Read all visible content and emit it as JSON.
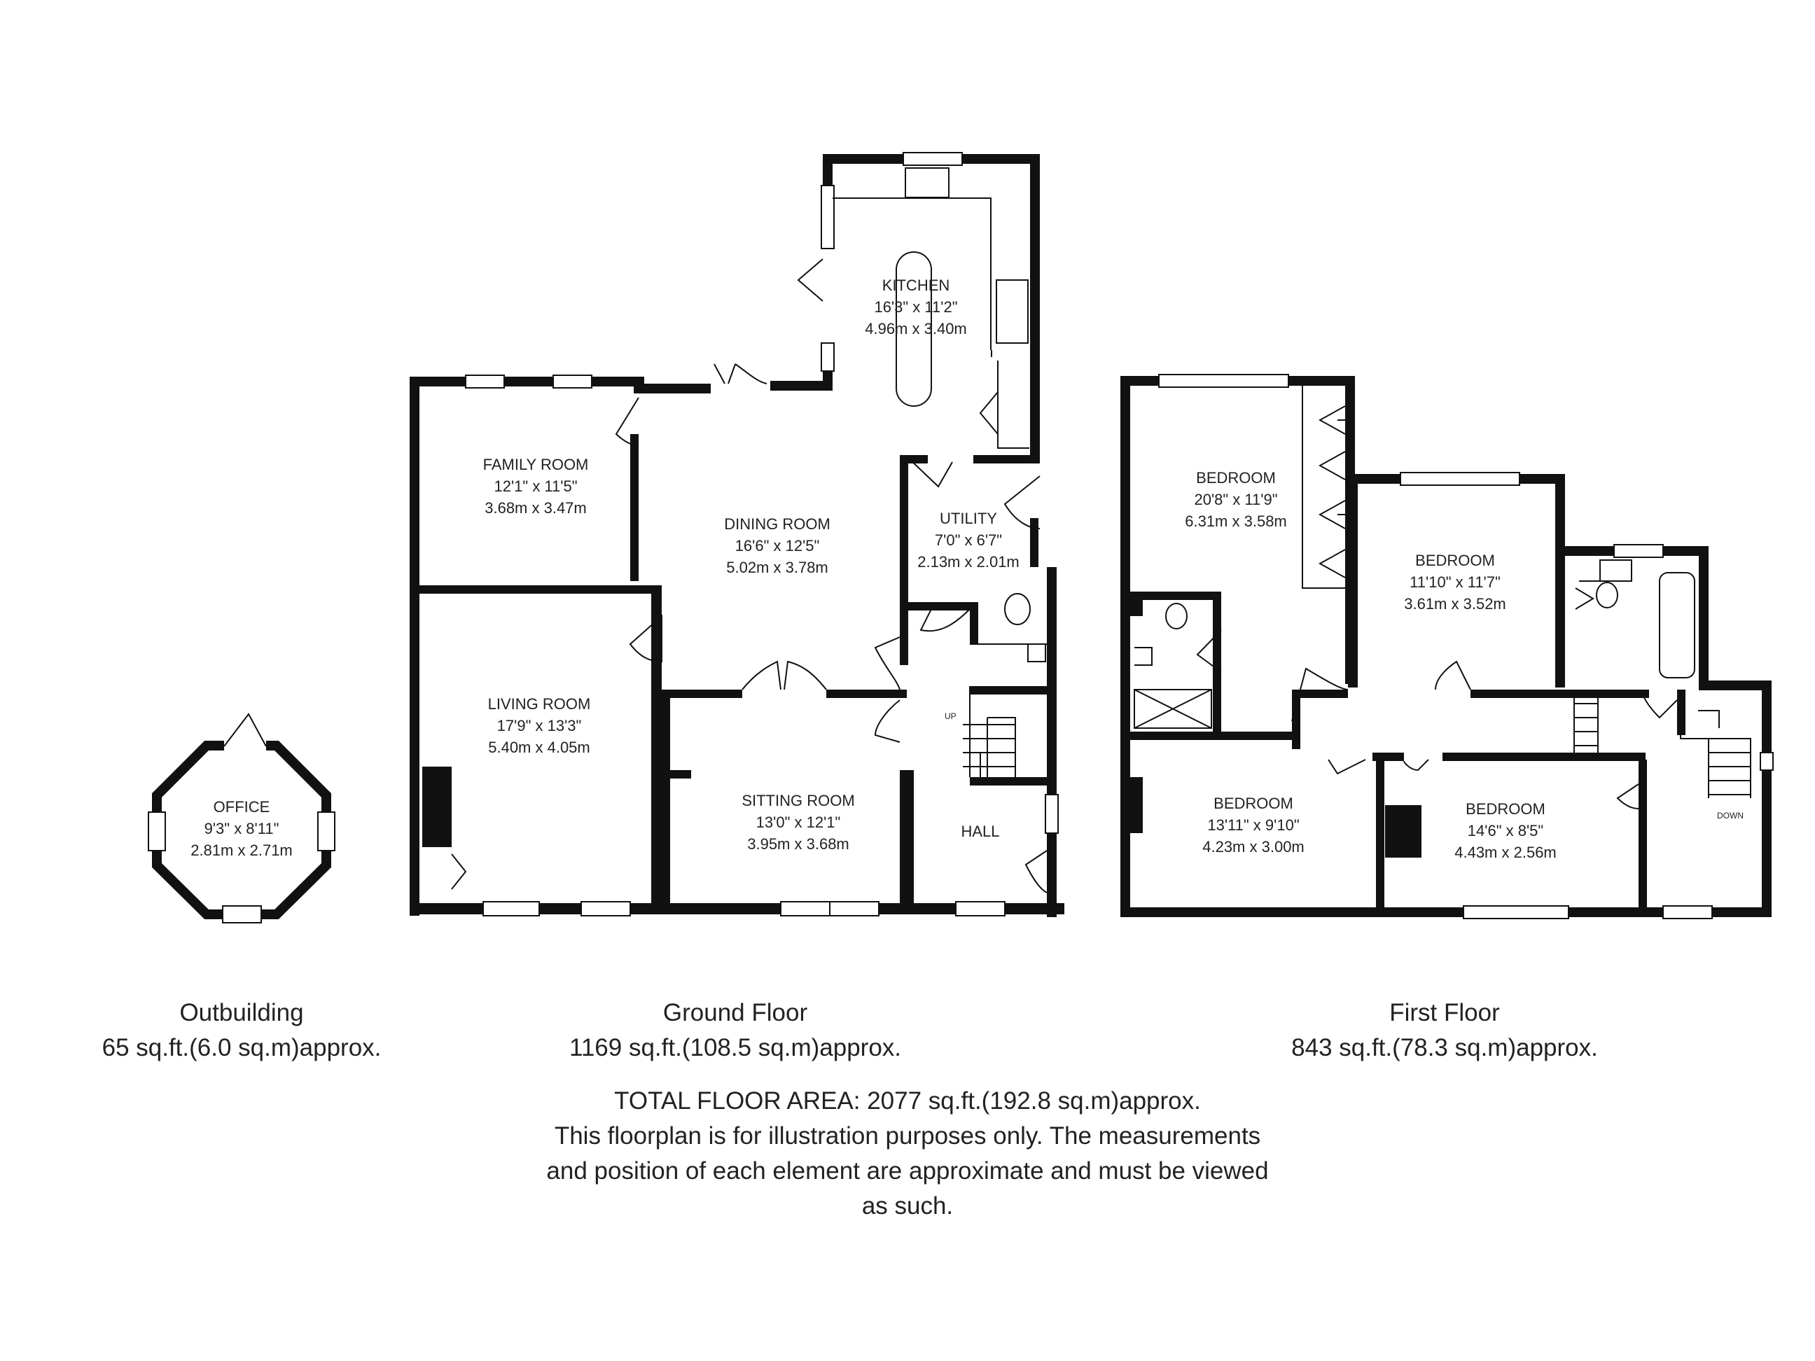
{
  "rooms": {
    "kitchen": {
      "name": "KITCHEN",
      "imperial": "16'3\" x 11'2\"",
      "metric": "4.96m x 3.40m"
    },
    "family_room": {
      "name": "FAMILY ROOM",
      "imperial": "12'1\" x 11'5\"",
      "metric": "3.68m x 3.47m"
    },
    "dining_room": {
      "name": "DINING ROOM",
      "imperial": "16'6\" x 12'5\"",
      "metric": "5.02m x 3.78m"
    },
    "utility": {
      "name": "UTILITY",
      "imperial": "7'0\" x 6'7\"",
      "metric": "2.13m x 2.01m"
    },
    "living_room": {
      "name": "LIVING ROOM",
      "imperial": "17'9\" x 13'3\"",
      "metric": "5.40m x 4.05m"
    },
    "sitting_room": {
      "name": "SITTING ROOM",
      "imperial": "13'0\" x 12'1\"",
      "metric": "3.95m x 3.68m"
    },
    "hall": {
      "name": "HALL"
    },
    "office": {
      "name": "OFFICE",
      "imperial": "9'3\" x 8'11\"",
      "metric": "2.81m x 2.71m"
    },
    "bedroom_1": {
      "name": "BEDROOM",
      "imperial": "20'8\" x 11'9\"",
      "metric": "6.31m x 3.58m"
    },
    "bedroom_2": {
      "name": "BEDROOM",
      "imperial": "11'10\" x 11'7\"",
      "metric": "3.61m x 3.52m"
    },
    "bedroom_3": {
      "name": "BEDROOM",
      "imperial": "13'11\" x 9'10\"",
      "metric": "4.23m x 3.00m"
    },
    "bedroom_4": {
      "name": "BEDROOM",
      "imperial": "14'6\" x 8'5\"",
      "metric": "4.43m x 2.56m"
    }
  },
  "stairs": {
    "up": "UP",
    "down": "DOWN"
  },
  "floors": {
    "outbuilding": {
      "name": "Outbuilding",
      "area": "65 sq.ft.(6.0 sq.m)approx."
    },
    "ground": {
      "name": "Ground Floor",
      "area": "1169 sq.ft.(108.5 sq.m)approx."
    },
    "first": {
      "name": "First Floor",
      "area": "843 sq.ft.(78.3 sq.m)approx."
    }
  },
  "footer": {
    "total": "TOTAL FLOOR AREA: 2077 sq.ft.(192.8 sq.m)approx.",
    "disclaimer_1": "This floorplan is for illustration purposes only. The measurements",
    "disclaimer_2": "and position of each element are approximate and must be viewed",
    "disclaimer_3": "as such."
  },
  "colors": {
    "wall": "#111111",
    "text": "#222222",
    "background": "#ffffff"
  }
}
